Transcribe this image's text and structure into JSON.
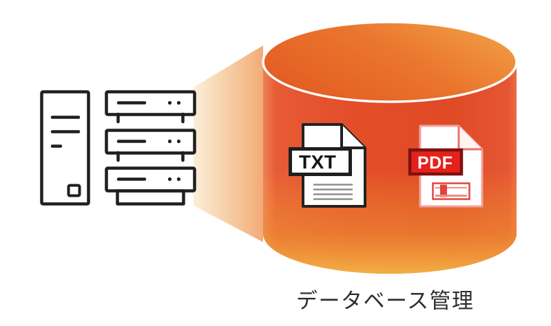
{
  "diagram": {
    "caption": "データベース管理",
    "files": {
      "txt_label": "TXT",
      "pdf_label": "PDF"
    },
    "colors": {
      "cylinder_body": "#e14e28",
      "cylinder_top_light": "#f19d45",
      "cylinder_bottom_glow": "#f4b446",
      "beam_light": "#fbeeda",
      "beam_deep": "#f2aa78",
      "pdf_red": "#e6211b",
      "pdf_border": "#7c120e",
      "outline_black": "#1f1f1f",
      "caption_text": "#2e2e2e"
    }
  }
}
